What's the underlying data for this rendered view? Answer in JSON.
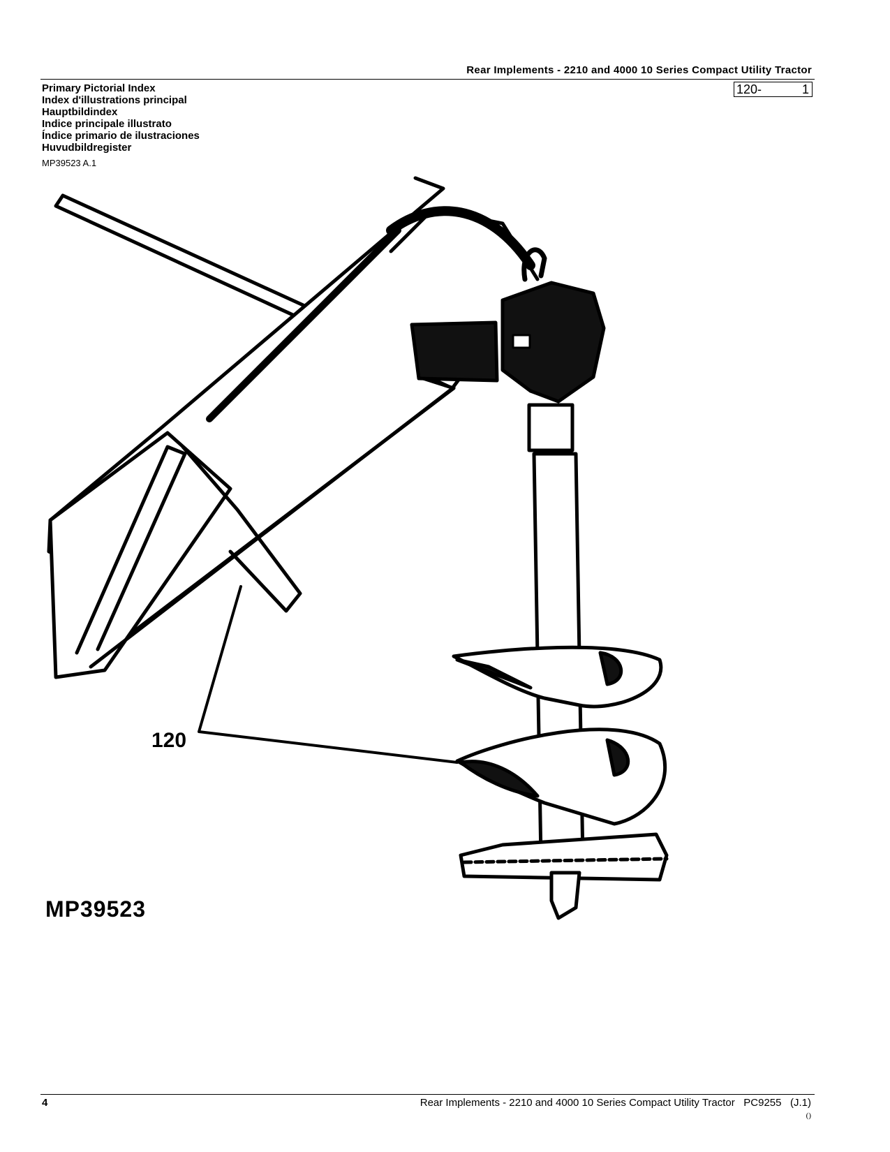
{
  "header": {
    "title": "Rear Implements - 2210 and 4000 10 Series Compact Utility Tractor"
  },
  "index_titles": [
    "Primary Pictorial Index",
    "Index d'illustrations principal",
    "Hauptbildindex",
    "Indice principale illustrato",
    "Índice primario de ilustraciones",
    "Huvudbildregister"
  ],
  "page_ref": {
    "group": "120-",
    "number": "1"
  },
  "image_ref": "MP39523 A.1",
  "illustration": {
    "callout": "120",
    "figure_id": "MP39523"
  },
  "footer": {
    "page_number": "4",
    "text": "Rear Implements - 2210 and 4000 10 Series Compact Utility Tractor   PC9255   (J.1)",
    "note": "()"
  }
}
